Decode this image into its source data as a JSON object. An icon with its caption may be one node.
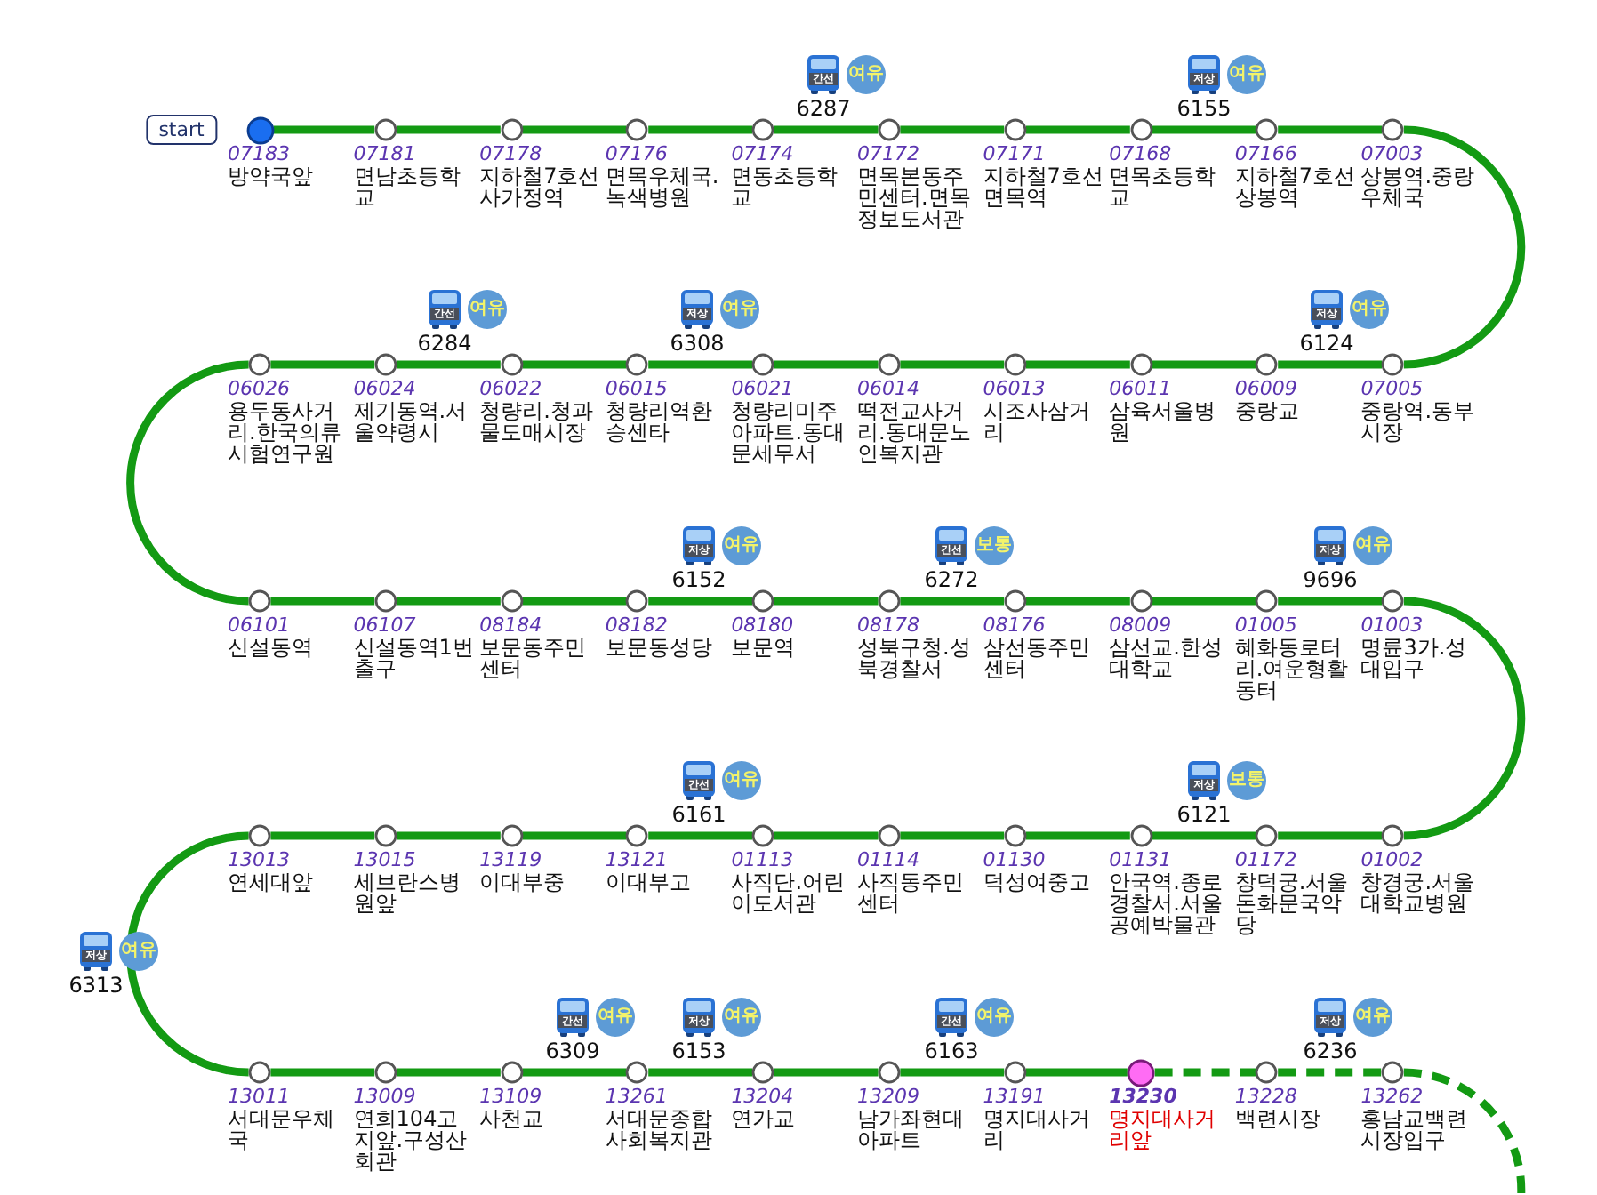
{
  "diagram": {
    "nodes": [
      {
        "text": [
          "start"
        ]
      },
      {
        "text": [],
        "shape": "circle",
        "beside": [
          "07183",
          "방약국앞"
        ]
      },
      {
        "text": [],
        "shape": "circle",
        "beside": [
          "07181",
          "면남초등학교"
        ]
      },
      {
        "text": [],
        "shape": "circle",
        "beside": [
          "07178",
          "지하철7호선사가정역"
        ]
      },
      {
        "text": [],
        "shape": "circle",
        "beside": [
          "07176",
          "면목우체국.녹색병원"
        ]
      },
      {
        "text": [],
        "shape": "circle",
        "beside": [
          "07174",
          "면동초등학교"
        ]
      },
      {
        "text": [],
        "shape": "circle",
        "beside": [
          "07172",
          "면목본동주민센터.면목정보도서관"
        ]
      },
      {
        "text": [],
        "shape": "circle",
        "beside": [
          "07171",
          "지하철7호선면목역"
        ]
      },
      {
        "text": [],
        "shape": "circle",
        "beside": [
          "07168",
          "면목초등학교"
        ]
      },
      {
        "text": [],
        "shape": "circle",
        "beside": [
          "07166",
          "지하철7호선상봉역"
        ]
      },
      {
        "text": [],
        "shape": "circle",
        "beside": [
          "07003",
          "상봉역.중랑우체국"
        ]
      },
      {
        "text": [],
        "shape": "circle",
        "beside": [
          "07005",
          "중랑역.동부시장"
        ]
      },
      {
        "text": [],
        "shape": "circle",
        "beside": [
          "06009",
          "중랑교"
        ]
      },
      {
        "text": [],
        "shape": "circle",
        "beside": [
          "06011",
          "삼육서울병원"
        ]
      },
      {
        "text": [],
        "shape": "circle",
        "beside": [
          "06013",
          "시조사삼거리"
        ]
      },
      {
        "text": [],
        "shape": "circle",
        "beside": [
          "06014",
          "떡전교사거리.동대문노인복지관"
        ]
      },
      {
        "text": [],
        "shape": "circle",
        "beside": [
          "06021",
          "청량리미주아파트.동대문세무서"
        ]
      },
      {
        "text": [],
        "shape": "circle",
        "beside": [
          "06015",
          "청량리역환승센타"
        ]
      },
      {
        "text": [],
        "shape": "circle",
        "beside": [
          "06022",
          "청량리.청과물도매시장"
        ]
      },
      {
        "text": [],
        "shape": "circle",
        "beside": [
          "06024",
          "제기동역.서울약령시"
        ]
      },
      {
        "text": [],
        "shape": "circle",
        "beside": [
          "06026",
          "용두동사거리.한국의류시험연구원"
        ]
      },
      {
        "text": [],
        "shape": "circle",
        "beside": [
          "06101",
          "신설동역"
        ]
      },
      {
        "text": [],
        "shape": "circle",
        "beside": [
          "06107",
          "신설동역1번출구"
        ]
      },
      {
        "text": [],
        "shape": "circle",
        "beside": [
          "08184",
          "보문동주민센터"
        ]
      },
      {
        "text": [],
        "shape": "circle",
        "beside": [
          "08182",
          "보문동성당"
        ]
      },
      {
        "text": [],
        "shape": "circle",
        "beside": [
          "08180",
          "보문역"
        ]
      },
      {
        "text": [],
        "shape": "circle",
        "beside": [
          "08178",
          "성북구청.성북경찰서"
        ]
      },
      {
        "text": [],
        "shape": "circle",
        "beside": [
          "08176",
          "삼선동주민센터"
        ]
      },
      {
        "text": [],
        "shape": "circle",
        "beside": [
          "08009",
          "삼선교.한성대학교"
        ]
      },
      {
        "text": [],
        "shape": "circle",
        "beside": [
          "01005",
          "혜화동로터리.여운형활동터"
        ]
      },
      {
        "text": [],
        "shape": "circle",
        "beside": [
          "01003",
          "명륜3가.성대입구"
        ]
      },
      {
        "text": [],
        "shape": "circle",
        "beside": [
          "01002",
          "창경궁.서울대학교병원"
        ]
      },
      {
        "text": [],
        "shape": "circle",
        "beside": [
          "01172",
          "창덕궁.서울돈화문국악당"
        ]
      },
      {
        "text": [],
        "shape": "circle",
        "beside": [
          "01131",
          "안국역.종로경찰서.서울공예박물관"
        ]
      },
      {
        "text": [],
        "shape": "circle",
        "beside": [
          "01130",
          "덕성여중고"
        ]
      },
      {
        "text": [],
        "shape": "circle",
        "beside": [
          "01114",
          "사직동주민센터"
        ]
      },
      {
        "text": [],
        "shape": "circle",
        "beside": [
          "01113",
          "사직단.어린이도서관"
        ]
      },
      {
        "text": [],
        "shape": "circle",
        "beside": [
          "13121",
          "이대부고"
        ]
      },
      {
        "text": [],
        "shape": "circle",
        "beside": [
          "13119",
          "이대부중"
        ]
      },
      {
        "text": [],
        "shape": "circle",
        "beside": [
          "13015",
          "세브란스병원앞"
        ]
      },
      {
        "text": [],
        "shape": "circle",
        "beside": [
          "13013",
          "연세대앞"
        ]
      },
      {
        "text": [],
        "shape": "circle",
        "beside": [
          "13011",
          "서대문우체국"
        ]
      },
      {
        "text": [],
        "shape": "circle",
        "beside": [
          "13009",
          "연희104고지앞.구성산회관"
        ]
      },
      {
        "text": [],
        "shape": "circle",
        "beside": [
          "13109",
          "사천교"
        ]
      },
      {
        "text": [],
        "shape": "circle",
        "beside": [
          "13261",
          "서대문종합사회복지관"
        ]
      },
      {
        "text": [],
        "shape": "circle",
        "beside": [
          "13204",
          "연가교"
        ]
      },
      {
        "text": [],
        "shape": "circle",
        "beside": [
          "13209",
          "남가좌현대아파트"
        ]
      },
      {
        "text": [],
        "shape": "circle",
        "beside": [
          "13191",
          "명지대사거리"
        ]
      },
      {
        "text": [],
        "shape": "circle",
        "beside": [
          "13230",
          "명지대사거리앞"
        ]
      },
      {
        "text": [],
        "shape": "circle",
        "beside": [
          "13228",
          "백련시장"
        ]
      },
      {
        "text": [],
        "shape": "circle",
        "beside": [
          "13262",
          "홍남교백련시장입구"
        ]
      }
    ],
    "edges": [
      {
        "from": 1,
        "to": 2,
        "arrow": "none"
      },
      {
        "from": 2,
        "to": 3,
        "arrow": "none"
      },
      {
        "from": 3,
        "to": 4,
        "arrow": "none"
      },
      {
        "from": 4,
        "to": 5,
        "arrow": "none"
      },
      {
        "from": 5,
        "to": 6,
        "arrow": "none"
      },
      {
        "from": 6,
        "to": 7,
        "arrow": "none"
      },
      {
        "from": 7,
        "to": 8,
        "arrow": "none"
      },
      {
        "from": 8,
        "to": 9,
        "arrow": "none"
      },
      {
        "from": 9,
        "to": 10,
        "arrow": "none"
      },
      {
        "from": 10,
        "to": 11,
        "arrow": "none"
      },
      {
        "from": 11,
        "to": 12,
        "arrow": "none"
      },
      {
        "from": 12,
        "to": 13,
        "arrow": "none"
      },
      {
        "from": 13,
        "to": 14,
        "arrow": "none"
      },
      {
        "from": 14,
        "to": 15,
        "arrow": "none"
      },
      {
        "from": 15,
        "to": 16,
        "arrow": "none"
      },
      {
        "from": 16,
        "to": 17,
        "arrow": "none"
      },
      {
        "from": 17,
        "to": 18,
        "arrow": "none"
      },
      {
        "from": 18,
        "to": 19,
        "arrow": "none"
      },
      {
        "from": 19,
        "to": 20,
        "arrow": "none"
      },
      {
        "from": 20,
        "to": 21,
        "arrow": "none"
      },
      {
        "from": 21,
        "to": 22,
        "arrow": "none"
      },
      {
        "from": 22,
        "to": 23,
        "arrow": "none"
      },
      {
        "from": 23,
        "to": 24,
        "arrow": "none"
      },
      {
        "from": 24,
        "to": 25,
        "arrow": "none"
      },
      {
        "from": 25,
        "to": 26,
        "arrow": "none"
      },
      {
        "from": 26,
        "to": 27,
        "arrow": "none"
      },
      {
        "from": 27,
        "to": 28,
        "arrow": "none"
      },
      {
        "from": 28,
        "to": 29,
        "arrow": "none"
      },
      {
        "from": 29,
        "to": 30,
        "arrow": "none"
      },
      {
        "from": 30,
        "to": 31,
        "arrow": "none"
      },
      {
        "from": 31,
        "to": 32,
        "arrow": "none"
      },
      {
        "from": 32,
        "to": 33,
        "arrow": "none"
      },
      {
        "from": 33,
        "to": 34,
        "arrow": "none"
      },
      {
        "from": 34,
        "to": 35,
        "arrow": "none"
      },
      {
        "from": 35,
        "to": 36,
        "arrow": "none"
      },
      {
        "from": 36,
        "to": 37,
        "arrow": "none"
      },
      {
        "from": 37,
        "to": 38,
        "arrow": "none"
      },
      {
        "from": 38,
        "to": 39,
        "arrow": "none"
      },
      {
        "from": 39,
        "to": 40,
        "arrow": "none"
      },
      {
        "from": 40,
        "to": 41,
        "arrow": "none"
      },
      {
        "from": 41,
        "to": 42,
        "arrow": "none"
      },
      {
        "from": 42,
        "to": 43,
        "arrow": "none"
      },
      {
        "from": 43,
        "to": 44,
        "arrow": "none"
      },
      {
        "from": 44,
        "to": 45,
        "arrow": "none"
      },
      {
        "from": 45,
        "to": 46,
        "arrow": "none"
      },
      {
        "from": 46,
        "to": 47,
        "arrow": "none"
      },
      {
        "from": 47,
        "to": 48,
        "arrow": "none"
      },
      {
        "from": 48,
        "to": 49,
        "arrow": "none",
        "style": "dashed"
      },
      {
        "from": 49,
        "to": 50,
        "arrow": "none",
        "style": "dashed"
      },
      {
        "from": 50,
        "to": null,
        "arrow": "none",
        "style": "dashed"
      }
    ],
    "labels": [
      "간선",
      "여유",
      "6287",
      "저상",
      "여유",
      "6155",
      "간선",
      "여유",
      "6284",
      "저상",
      "여유",
      "6308",
      "저상",
      "여유",
      "6124",
      "저상",
      "여유",
      "6152",
      "간선",
      "보통",
      "6272",
      "저상",
      "여유",
      "9696",
      "간선",
      "여유",
      "6161",
      "저상",
      "보통",
      "6121",
      "저상",
      "여유",
      "6313",
      "간선",
      "여유",
      "6309",
      "저상",
      "여유",
      "6153",
      "간선",
      "여유",
      "6163",
      "저상",
      "여유",
      "6236"
    ]
  }
}
